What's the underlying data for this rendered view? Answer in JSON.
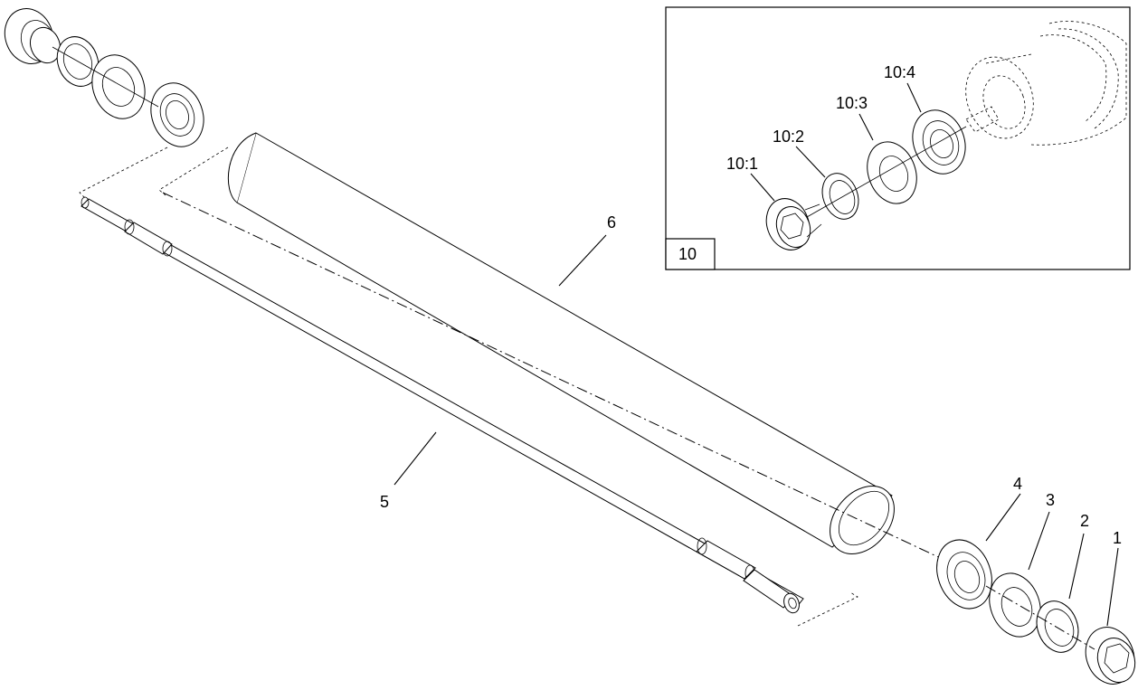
{
  "callouts": {
    "c1": "1",
    "c2": "2",
    "c3": "3",
    "c4": "4",
    "c5": "5",
    "c6": "6"
  },
  "inset": {
    "id": "10",
    "c101": "10:1",
    "c102": "10:2",
    "c103": "10:3",
    "c104": "10:4"
  }
}
